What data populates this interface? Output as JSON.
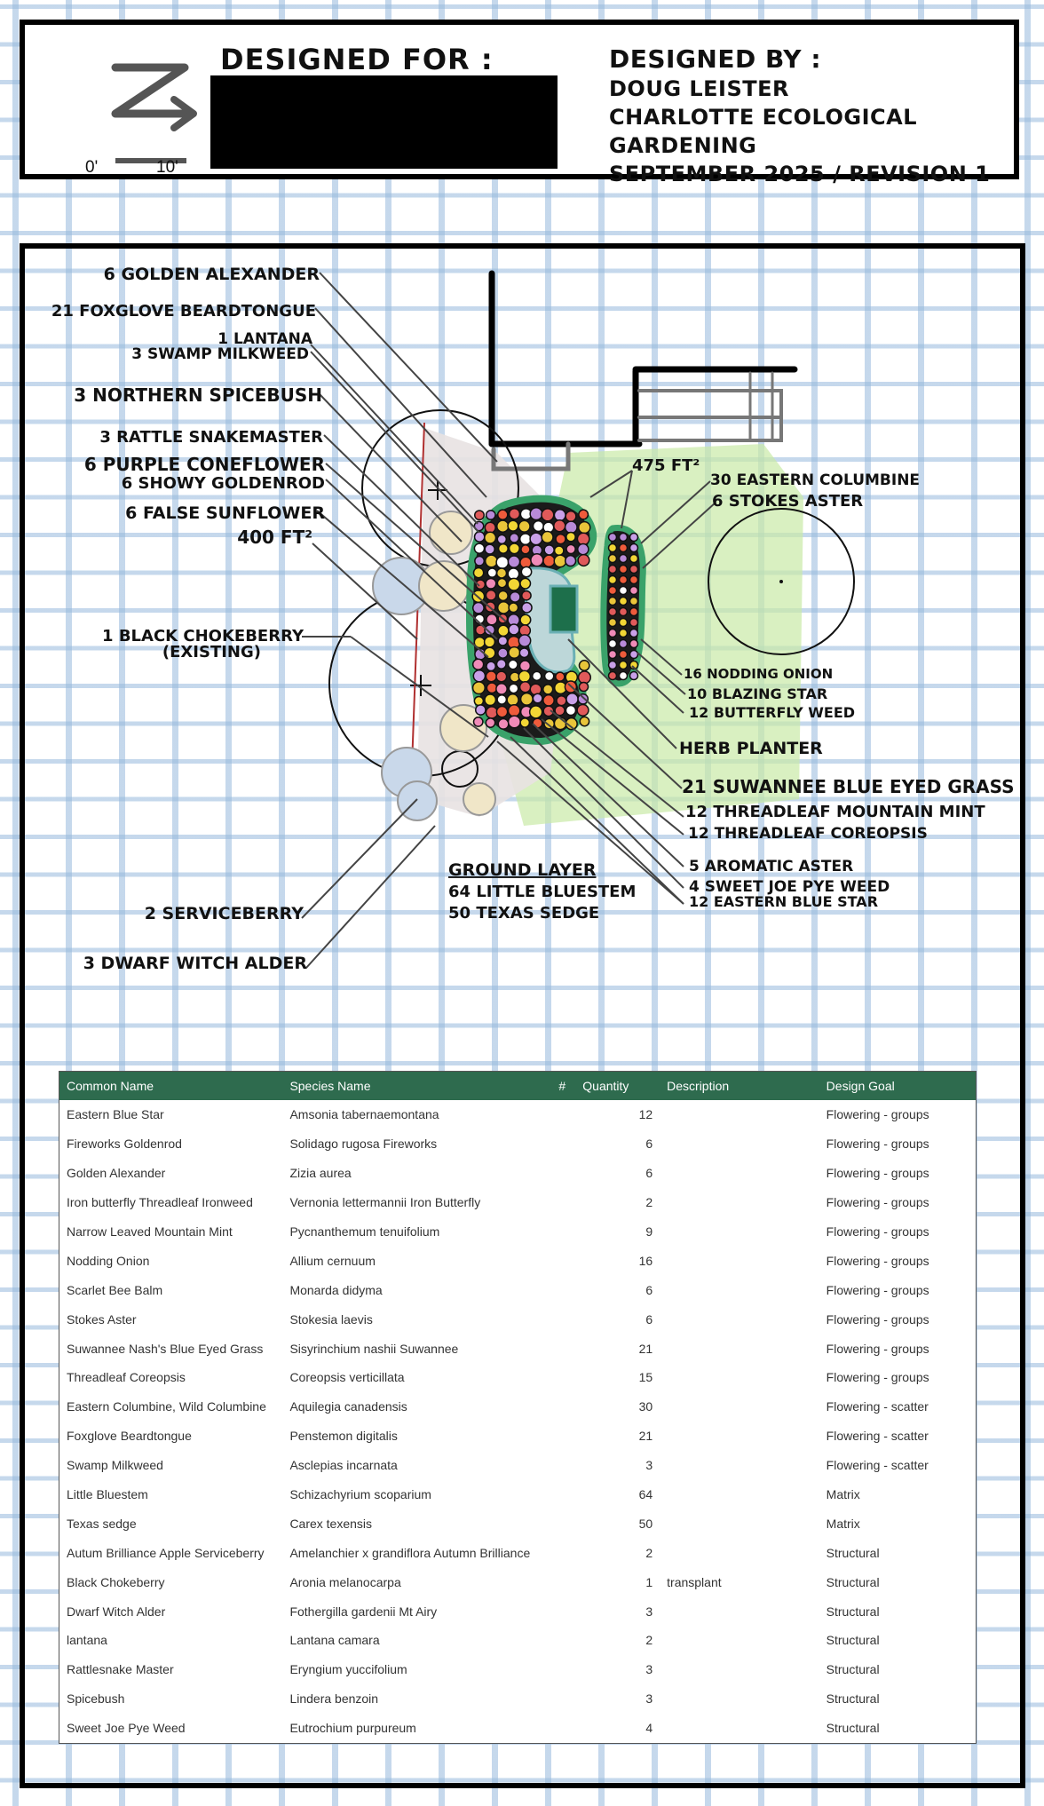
{
  "header": {
    "scale_start": "0'",
    "scale_end": "10'",
    "designed_for_label": "DESIGNED FOR :",
    "designed_by_label": "DESIGNED BY :",
    "designer": "DOUG LEISTER",
    "company": "CHARLOTTE ECOLOGICAL GARDENING",
    "date_revision": "SEPTEMBER 2025 / REVISION 1"
  },
  "plan_labels": {
    "golden_alexander": "6 GOLDEN ALEXANDER",
    "foxglove": "21 FOXGLOVE BEARDTONGUE",
    "lantana": "1 LANTANA",
    "swamp_milkweed": "3 SWAMP MILKWEED",
    "spicebush": "3 NORTHERN SPICEBUSH",
    "rattlesnake": "3 RATTLE SNAKEMASTER",
    "coneflower": "6 PURPLE CONEFLOWER",
    "goldenrod": "6 SHOWY GOLDENROD",
    "false_sunflower": "6 FALSE SUNFLOWER",
    "area_left": "400 FT²",
    "chokeberry_1": "1 BLACK CHOKEBERRY",
    "chokeberry_2": "(EXISTING)",
    "serviceberry": "2 SERVICEBERRY",
    "witch_alder": "3 DWARF WITCH ALDER",
    "area_right": "475 FT²",
    "columbine": "30 EASTERN COLUMBINE",
    "stokes": "6 STOKES ASTER",
    "nodding_onion": "16 NODDING ONION",
    "blazing_star": "10 BLAZING STAR",
    "butterfly_weed": "12 BUTTERFLY WEED",
    "herb_planter": "HERB PLANTER",
    "blue_eyed_grass": "21 SUWANNEE BLUE EYED GRASS",
    "mountain_mint": "12 THREADLEAF MOUNTAIN MINT",
    "coreopsis": "12 THREADLEAF COREOPSIS",
    "aromatic_aster": "5 AROMATIC ASTER",
    "joe_pye": "4 SWEET JOE PYE WEED",
    "blue_star": "12 EASTERN BLUE STAR",
    "ground_layer": "GROUND LAYER",
    "little_bluestem": "64 LITTLE BLUESTEM",
    "texas_sedge": "50 TEXAS SEDGE"
  },
  "table": {
    "columns": {
      "common": "Common Name",
      "species": "Species Name",
      "hash": "#",
      "quantity": "Quantity",
      "description": "Description",
      "goal": "Design Goal"
    },
    "rows": [
      {
        "common": "Eastern Blue Star",
        "species": "Amsonia tabernaemontana",
        "qty": "12",
        "desc": "",
        "goal": "Flowering - groups"
      },
      {
        "common": "Fireworks Goldenrod",
        "species": "Solidago rugosa Fireworks",
        "qty": "6",
        "desc": "",
        "goal": "Flowering - groups"
      },
      {
        "common": "Golden Alexander",
        "species": "Zizia aurea",
        "qty": "6",
        "desc": "",
        "goal": "Flowering - groups"
      },
      {
        "common": "Iron butterfly Threadleaf Ironweed",
        "species": "Vernonia lettermannii Iron Butterfly",
        "qty": "2",
        "desc": "",
        "goal": "Flowering - groups"
      },
      {
        "common": "Narrow Leaved Mountain Mint",
        "species": "Pycnanthemum tenuifolium",
        "qty": "9",
        "desc": "",
        "goal": "Flowering - groups"
      },
      {
        "common": "Nodding Onion",
        "species": "Allium cernuum",
        "qty": "16",
        "desc": "",
        "goal": "Flowering - groups"
      },
      {
        "common": "Scarlet Bee Balm",
        "species": "Monarda didyma",
        "qty": "6",
        "desc": "",
        "goal": "Flowering - groups"
      },
      {
        "common": "Stokes Aster",
        "species": "Stokesia laevis",
        "qty": "6",
        "desc": "",
        "goal": "Flowering - groups"
      },
      {
        "common": "Suwannee Nash's Blue Eyed Grass",
        "species": "Sisyrinchium nashii Suwannee",
        "qty": "21",
        "desc": "",
        "goal": "Flowering - groups"
      },
      {
        "common": "Threadleaf Coreopsis",
        "species": "Coreopsis verticillata",
        "qty": "15",
        "desc": "",
        "goal": "Flowering - groups"
      },
      {
        "common": "Eastern Columbine, Wild Columbine",
        "species": "Aquilegia canadensis",
        "qty": "30",
        "desc": "",
        "goal": "Flowering - scatter"
      },
      {
        "common": "Foxglove Beardtongue",
        "species": "Penstemon digitalis",
        "qty": "21",
        "desc": "",
        "goal": "Flowering - scatter"
      },
      {
        "common": "Swamp Milkweed",
        "species": "Asclepias incarnata",
        "qty": "3",
        "desc": "",
        "goal": "Flowering - scatter"
      },
      {
        "common": "Little Bluestem",
        "species": "Schizachyrium scoparium",
        "qty": "64",
        "desc": "",
        "goal": "Matrix"
      },
      {
        "common": "Texas sedge",
        "species": "Carex texensis",
        "qty": "50",
        "desc": "",
        "goal": "Matrix"
      },
      {
        "common": "Autum Brilliance Apple Serviceberry",
        "species": "Amelanchier x grandiflora Autumn Brilliance",
        "qty": "2",
        "desc": "",
        "goal": "Structural"
      },
      {
        "common": "Black Chokeberry",
        "species": "Aronia melanocarpa",
        "qty": "1",
        "desc": "transplant",
        "goal": "Structural"
      },
      {
        "common": "Dwarf Witch Alder",
        "species": "Fothergilla gardenii Mt Airy",
        "qty": "3",
        "desc": "",
        "goal": "Structural"
      },
      {
        "common": "lantana",
        "species": "Lantana camara",
        "qty": "2",
        "desc": "",
        "goal": "Structural"
      },
      {
        "common": "Rattlesnake Master",
        "species": "Eryngium yuccifolium",
        "qty": "3",
        "desc": "",
        "goal": "Structural"
      },
      {
        "common": "Spicebush",
        "species": "Lindera benzoin",
        "qty": "3",
        "desc": "",
        "goal": "Structural"
      },
      {
        "common": "Sweet Joe Pye Weed",
        "species": "Eutrochium purpureum",
        "qty": "4",
        "desc": "",
        "goal": "Structural"
      }
    ]
  },
  "colors": {
    "header_green": "#2e6b4e",
    "grid_blue": "#96b9dc",
    "border": "#000000"
  }
}
